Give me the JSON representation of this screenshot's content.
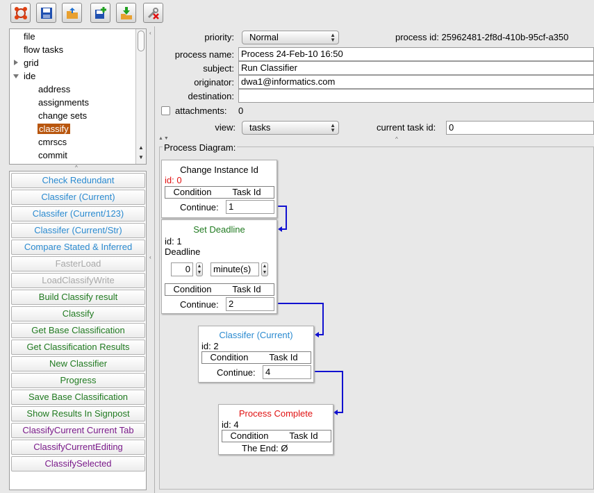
{
  "toolbar": {
    "buttons": [
      {
        "icon": "process-network-icon"
      },
      {
        "icon": "save-icon"
      },
      {
        "icon": "open-folder-icon"
      },
      {
        "icon": "save-add-icon"
      },
      {
        "icon": "download-icon"
      },
      {
        "icon": "tools-cancel-icon"
      }
    ]
  },
  "tree": {
    "items": [
      {
        "label": "file"
      },
      {
        "label": "flow tasks"
      },
      {
        "label": "grid"
      },
      {
        "label": "ide"
      },
      {
        "label": "address"
      },
      {
        "label": "assignments"
      },
      {
        "label": "change sets"
      },
      {
        "label": "classify"
      },
      {
        "label": "cmrscs"
      },
      {
        "label": "commit"
      }
    ]
  },
  "tasks": [
    {
      "label": "Check Redundant",
      "color": "#2a8ad0"
    },
    {
      "label": "Classifer (Current)",
      "color": "#2a8ad0"
    },
    {
      "label": "Classifer (Current/123)",
      "color": "#2a8ad0"
    },
    {
      "label": "Classifer (Current/Str)",
      "color": "#2a8ad0"
    },
    {
      "label": "Compare Stated & Inferred",
      "color": "#2a8ad0"
    },
    {
      "label": "FasterLoad",
      "color": "#a8a8a8"
    },
    {
      "label": "LoadClassifyWrite",
      "color": "#a8a8a8"
    },
    {
      "label": "Build Classify result",
      "color": "#207a20"
    },
    {
      "label": "Classify",
      "color": "#207a20"
    },
    {
      "label": "Get Base Classification",
      "color": "#207a20"
    },
    {
      "label": "Get Classification Results",
      "color": "#207a20"
    },
    {
      "label": "New Classifier",
      "color": "#207a20"
    },
    {
      "label": "Progress",
      "color": "#207a20"
    },
    {
      "label": "Save Base Classification",
      "color": "#207a20"
    },
    {
      "label": "Show Results In Signpost",
      "color": "#207a20"
    },
    {
      "label": "ClassifyCurrent Current Tab",
      "color": "#7a1a8a"
    },
    {
      "label": "ClassifyCurrentEditing",
      "color": "#7a1a8a"
    },
    {
      "label": "ClassifySelected",
      "color": "#7a1a8a"
    }
  ],
  "form": {
    "priority_label": "priority:",
    "priority_value": "Normal",
    "process_id_label": "process id:",
    "process_id_value": "25962481-2f8d-410b-95cf-a350",
    "process_name_label": "process name:",
    "process_name_value": "Process 24-Feb-10 16:50",
    "subject_label": "subject:",
    "subject_value": "Run Classifier",
    "originator_label": "originator:",
    "originator_value": "dwa1@informatics.com",
    "destination_label": "destination:",
    "destination_value": "",
    "attachments_label": "attachments:",
    "attachments_count": "0",
    "view_label": "view:",
    "view_value": "tasks",
    "current_task_label": "current task id:",
    "current_task_value": "0"
  },
  "diagram": {
    "title": "Process Diagram:",
    "condition_header": "Condition",
    "taskid_header": "Task Id",
    "continue_label": "Continue:",
    "nodes": [
      {
        "title": "Change Instance Id",
        "id_text": "id: 0",
        "continue_value": "1",
        "title_color": "#000000",
        "id_color": "#e01010"
      },
      {
        "title": "Set Deadline",
        "id_text": "id: 1",
        "deadline_label": "Deadline",
        "deadline_amount": "0",
        "deadline_unit": "minute(s)",
        "continue_value": "2",
        "title_color": "#207a20"
      },
      {
        "title": "Classifer (Current)",
        "id_text": "id: 2",
        "continue_value": "4",
        "title_color": "#2a8ad0"
      },
      {
        "title": "Process Complete",
        "id_text": "id: 4",
        "end_text": "The End: Ø",
        "title_color": "#e01010"
      }
    ]
  }
}
